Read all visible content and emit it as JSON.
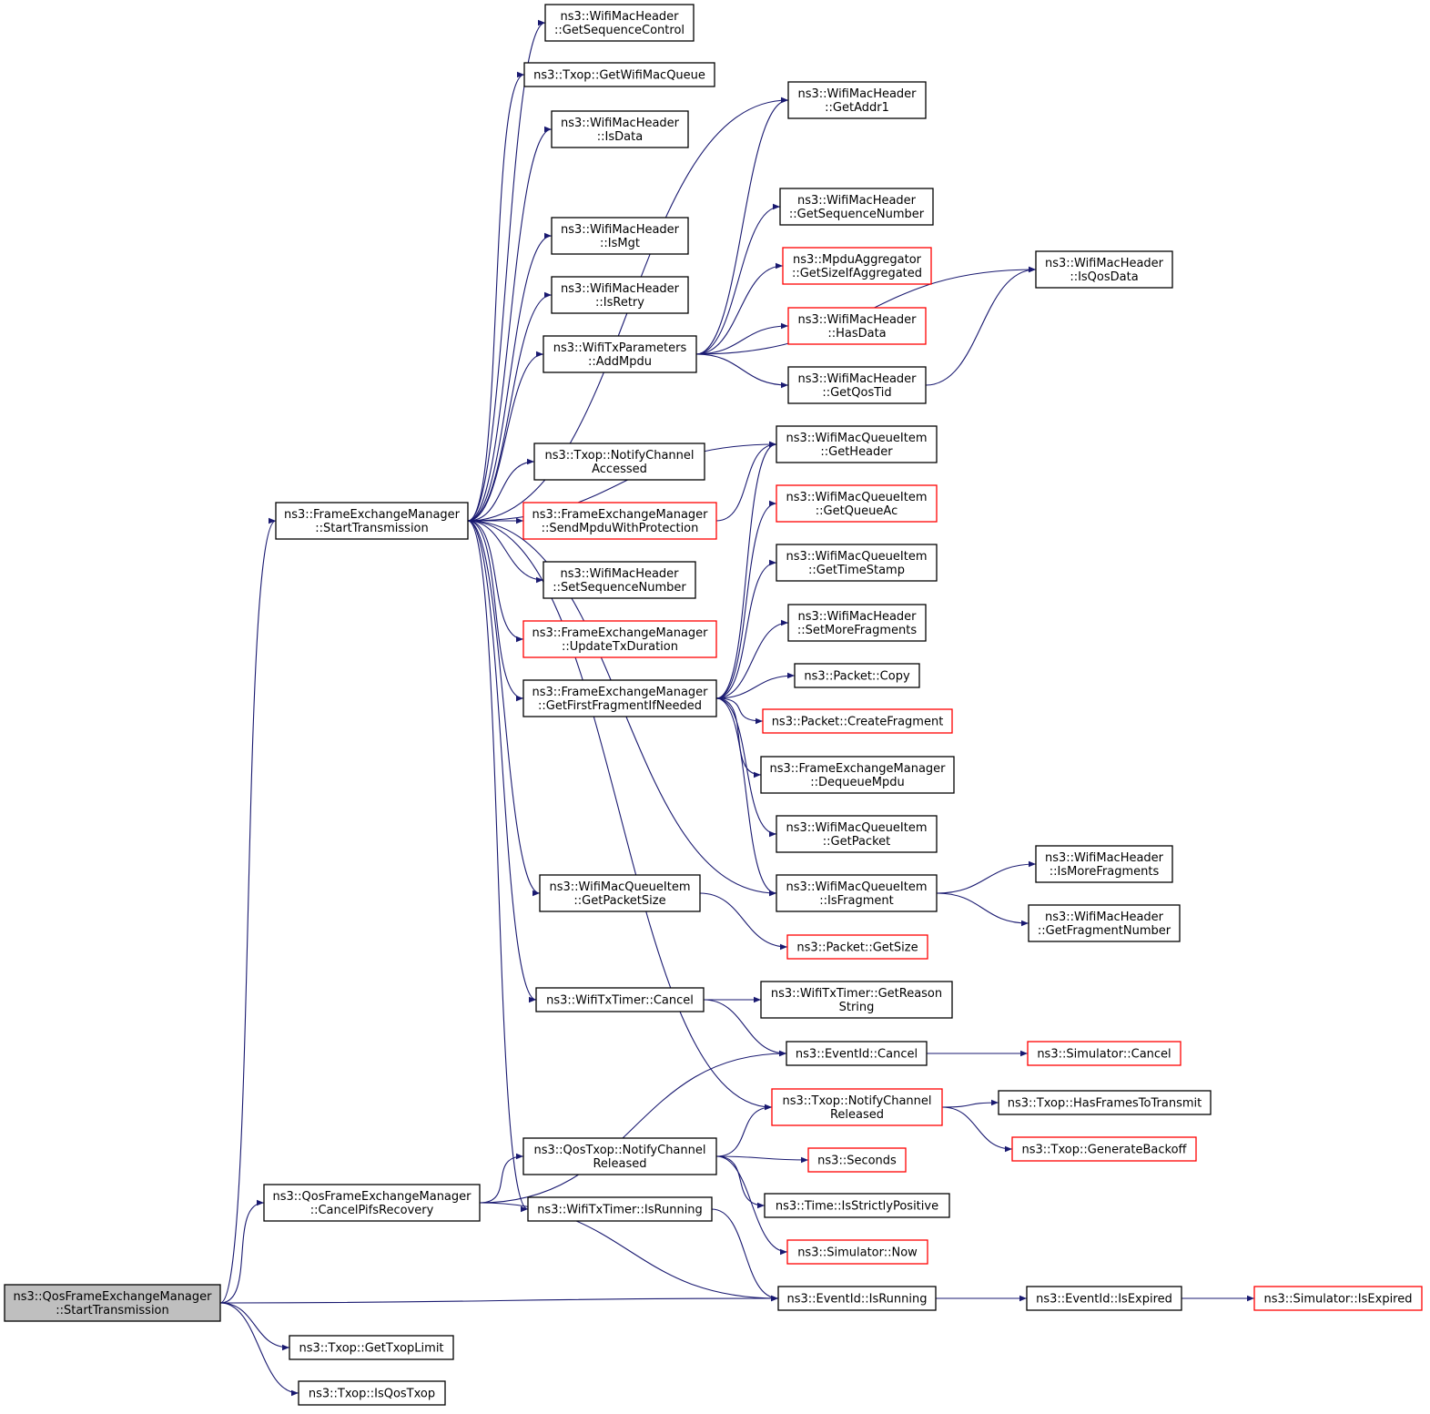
{
  "colors": {
    "edge": "#191970",
    "normal_border": "#000000",
    "truncated_border": "#ff0000",
    "root_fill": "#bfbfbf",
    "node_fill": "#ffffff"
  },
  "nodes": [
    {
      "id": "root",
      "lines": [
        "ns3::QosFrameExchangeManager",
        "::StartTransmission"
      ],
      "style": "root"
    },
    {
      "id": "fem_start",
      "lines": [
        "ns3::FrameExchangeManager",
        "::StartTransmission"
      ],
      "style": "normal"
    },
    {
      "id": "qfem_cancelpifs",
      "lines": [
        "ns3::QosFrameExchangeManager",
        "::CancelPifsRecovery"
      ],
      "style": "normal"
    },
    {
      "id": "txop_gettxoplimit",
      "lines": [
        "ns3::Txop::GetTxopLimit"
      ],
      "style": "normal"
    },
    {
      "id": "txop_isqostxop",
      "lines": [
        "ns3::Txop::IsQosTxop"
      ],
      "style": "normal"
    },
    {
      "id": "hdr_getseqctl",
      "lines": [
        "ns3::WifiMacHeader",
        "::GetSequenceControl"
      ],
      "style": "normal"
    },
    {
      "id": "txop_getqueue",
      "lines": [
        "ns3::Txop::GetWifiMacQueue"
      ],
      "style": "normal"
    },
    {
      "id": "hdr_isdata",
      "lines": [
        "ns3::WifiMacHeader",
        "::IsData"
      ],
      "style": "normal"
    },
    {
      "id": "hdr_ismgt",
      "lines": [
        "ns3::WifiMacHeader",
        "::IsMgt"
      ],
      "style": "normal"
    },
    {
      "id": "hdr_isretry",
      "lines": [
        "ns3::WifiMacHeader",
        "::IsRetry"
      ],
      "style": "normal"
    },
    {
      "id": "txparams_addmpdu",
      "lines": [
        "ns3::WifiTxParameters",
        "::AddMpdu"
      ],
      "style": "normal"
    },
    {
      "id": "txop_notifyaccessed",
      "lines": [
        "ns3::Txop::NotifyChannel",
        "Accessed"
      ],
      "style": "normal"
    },
    {
      "id": "fem_sendmpdu",
      "lines": [
        "ns3::FrameExchangeManager",
        "::SendMpduWithProtection"
      ],
      "style": "truncated"
    },
    {
      "id": "hdr_setseqnum",
      "lines": [
        "ns3::WifiMacHeader",
        "::SetSequenceNumber"
      ],
      "style": "normal"
    },
    {
      "id": "fem_updatetx",
      "lines": [
        "ns3::FrameExchangeManager",
        "::UpdateTxDuration"
      ],
      "style": "truncated"
    },
    {
      "id": "fem_getfirstfrag",
      "lines": [
        "ns3::FrameExchangeManager",
        "::GetFirstFragmentIfNeeded"
      ],
      "style": "normal"
    },
    {
      "id": "item_getpacketsize",
      "lines": [
        "ns3::WifiMacQueueItem",
        "::GetPacketSize"
      ],
      "style": "normal"
    },
    {
      "id": "timer_cancel",
      "lines": [
        "ns3::WifiTxTimer::Cancel"
      ],
      "style": "normal"
    },
    {
      "id": "qtxop_notifyreleased",
      "lines": [
        "ns3::QosTxop::NotifyChannel",
        "Released"
      ],
      "style": "normal"
    },
    {
      "id": "timer_isrunning",
      "lines": [
        "ns3::WifiTxTimer::IsRunning"
      ],
      "style": "normal"
    },
    {
      "id": "hdr_getaddr1",
      "lines": [
        "ns3::WifiMacHeader",
        "::GetAddr1"
      ],
      "style": "normal"
    },
    {
      "id": "hdr_getseqnum",
      "lines": [
        "ns3::WifiMacHeader",
        "::GetSequenceNumber"
      ],
      "style": "normal"
    },
    {
      "id": "agg_getsize",
      "lines": [
        "ns3::MpduAggregator",
        "::GetSizeIfAggregated"
      ],
      "style": "truncated"
    },
    {
      "id": "hdr_hasdata",
      "lines": [
        "ns3::WifiMacHeader",
        "::HasData"
      ],
      "style": "truncated"
    },
    {
      "id": "hdr_getqostid",
      "lines": [
        "ns3::WifiMacHeader",
        "::GetQosTid"
      ],
      "style": "normal"
    },
    {
      "id": "item_getheader",
      "lines": [
        "ns3::WifiMacQueueItem",
        "::GetHeader"
      ],
      "style": "normal"
    },
    {
      "id": "item_getqueueac",
      "lines": [
        "ns3::WifiMacQueueItem",
        "::GetQueueAc"
      ],
      "style": "truncated"
    },
    {
      "id": "item_gettimestamp",
      "lines": [
        "ns3::WifiMacQueueItem",
        "::GetTimeStamp"
      ],
      "style": "normal"
    },
    {
      "id": "hdr_setmorefrag",
      "lines": [
        "ns3::WifiMacHeader",
        "::SetMoreFragments"
      ],
      "style": "normal"
    },
    {
      "id": "packet_copy",
      "lines": [
        "ns3::Packet::Copy"
      ],
      "style": "normal"
    },
    {
      "id": "packet_createfrag",
      "lines": [
        "ns3::Packet::CreateFragment"
      ],
      "style": "truncated"
    },
    {
      "id": "fem_dequeuempdu",
      "lines": [
        "ns3::FrameExchangeManager",
        "::DequeueMpdu"
      ],
      "style": "normal"
    },
    {
      "id": "item_getpacket",
      "lines": [
        "ns3::WifiMacQueueItem",
        "::GetPacket"
      ],
      "style": "normal"
    },
    {
      "id": "item_isfragment",
      "lines": [
        "ns3::WifiMacQueueItem",
        "::IsFragment"
      ],
      "style": "normal"
    },
    {
      "id": "packet_getsize",
      "lines": [
        "ns3::Packet::GetSize"
      ],
      "style": "truncated"
    },
    {
      "id": "timer_getreason",
      "lines": [
        "ns3::WifiTxTimer::GetReason",
        "String"
      ],
      "style": "normal"
    },
    {
      "id": "eventid_cancel",
      "lines": [
        "ns3::EventId::Cancel"
      ],
      "style": "normal"
    },
    {
      "id": "txop_notifyreleased",
      "lines": [
        "ns3::Txop::NotifyChannel",
        "Released"
      ],
      "style": "truncated"
    },
    {
      "id": "seconds",
      "lines": [
        "ns3::Seconds"
      ],
      "style": "truncated"
    },
    {
      "id": "time_isstrictlypos",
      "lines": [
        "ns3::Time::IsStrictlyPositive"
      ],
      "style": "normal"
    },
    {
      "id": "sim_now",
      "lines": [
        "ns3::Simulator::Now"
      ],
      "style": "truncated"
    },
    {
      "id": "eventid_isrunning",
      "lines": [
        "ns3::EventId::IsRunning"
      ],
      "style": "normal"
    },
    {
      "id": "hdr_isqosdata",
      "lines": [
        "ns3::WifiMacHeader",
        "::IsQosData"
      ],
      "style": "normal"
    },
    {
      "id": "hdr_ismorefrag",
      "lines": [
        "ns3::WifiMacHeader",
        "::IsMoreFragments"
      ],
      "style": "normal"
    },
    {
      "id": "hdr_getfragnum",
      "lines": [
        "ns3::WifiMacHeader",
        "::GetFragmentNumber"
      ],
      "style": "normal"
    },
    {
      "id": "sim_cancel",
      "lines": [
        "ns3::Simulator::Cancel"
      ],
      "style": "truncated"
    },
    {
      "id": "txop_hasframes",
      "lines": [
        "ns3::Txop::HasFramesToTransmit"
      ],
      "style": "normal"
    },
    {
      "id": "txop_genbackoff",
      "lines": [
        "ns3::Txop::GenerateBackoff"
      ],
      "style": "truncated"
    },
    {
      "id": "eventid_isexpired",
      "lines": [
        "ns3::EventId::IsExpired"
      ],
      "style": "normal"
    },
    {
      "id": "sim_isexpired",
      "lines": [
        "ns3::Simulator::IsExpired"
      ],
      "style": "truncated"
    }
  ],
  "edges": [
    [
      "root",
      "fem_start"
    ],
    [
      "root",
      "qfem_cancelpifs"
    ],
    [
      "root",
      "eventid_isrunning"
    ],
    [
      "root",
      "txop_gettxoplimit"
    ],
    [
      "root",
      "txop_isqostxop"
    ],
    [
      "fem_start",
      "hdr_getseqctl"
    ],
    [
      "fem_start",
      "txop_getqueue"
    ],
    [
      "fem_start",
      "hdr_isdata"
    ],
    [
      "fem_start",
      "hdr_getaddr1"
    ],
    [
      "fem_start",
      "hdr_ismgt"
    ],
    [
      "fem_start",
      "hdr_isretry"
    ],
    [
      "fem_start",
      "txparams_addmpdu"
    ],
    [
      "fem_start",
      "item_getheader"
    ],
    [
      "fem_start",
      "txop_notifyaccessed"
    ],
    [
      "fem_start",
      "fem_sendmpdu"
    ],
    [
      "fem_start",
      "hdr_setseqnum"
    ],
    [
      "fem_start",
      "fem_updatetx"
    ],
    [
      "fem_start",
      "fem_getfirstfrag"
    ],
    [
      "fem_start",
      "item_isfragment"
    ],
    [
      "fem_start",
      "item_getpacketsize"
    ],
    [
      "fem_start",
      "timer_cancel"
    ],
    [
      "fem_start",
      "txop_notifyreleased"
    ],
    [
      "fem_start",
      "timer_isrunning"
    ],
    [
      "txparams_addmpdu",
      "hdr_getaddr1"
    ],
    [
      "txparams_addmpdu",
      "hdr_isqosdata"
    ],
    [
      "txparams_addmpdu",
      "hdr_getseqnum"
    ],
    [
      "txparams_addmpdu",
      "agg_getsize"
    ],
    [
      "txparams_addmpdu",
      "hdr_hasdata"
    ],
    [
      "txparams_addmpdu",
      "hdr_getqostid"
    ],
    [
      "hdr_getqostid",
      "hdr_isqosdata"
    ],
    [
      "fem_sendmpdu",
      "item_getheader"
    ],
    [
      "fem_getfirstfrag",
      "item_getheader"
    ],
    [
      "fem_getfirstfrag",
      "item_getqueueac"
    ],
    [
      "fem_getfirstfrag",
      "item_gettimestamp"
    ],
    [
      "fem_getfirstfrag",
      "hdr_setmorefrag"
    ],
    [
      "fem_getfirstfrag",
      "packet_copy"
    ],
    [
      "fem_getfirstfrag",
      "packet_createfrag"
    ],
    [
      "fem_getfirstfrag",
      "fem_dequeuempdu"
    ],
    [
      "fem_getfirstfrag",
      "item_getpacket"
    ],
    [
      "fem_getfirstfrag",
      "item_isfragment"
    ],
    [
      "item_isfragment",
      "hdr_ismorefrag"
    ],
    [
      "item_isfragment",
      "hdr_getfragnum"
    ],
    [
      "item_getpacketsize",
      "packet_getsize"
    ],
    [
      "timer_cancel",
      "timer_getreason"
    ],
    [
      "timer_cancel",
      "eventid_cancel"
    ],
    [
      "eventid_cancel",
      "sim_cancel"
    ],
    [
      "txop_notifyreleased",
      "txop_hasframes"
    ],
    [
      "txop_notifyreleased",
      "txop_genbackoff"
    ],
    [
      "qfem_cancelpifs",
      "eventid_cancel"
    ],
    [
      "qfem_cancelpifs",
      "qtxop_notifyreleased"
    ],
    [
      "qfem_cancelpifs",
      "eventid_isrunning"
    ],
    [
      "qtxop_notifyreleased",
      "txop_notifyreleased"
    ],
    [
      "qtxop_notifyreleased",
      "seconds"
    ],
    [
      "qtxop_notifyreleased",
      "time_isstrictlypos"
    ],
    [
      "qtxop_notifyreleased",
      "sim_now"
    ],
    [
      "timer_isrunning",
      "eventid_isrunning"
    ],
    [
      "eventid_isrunning",
      "eventid_isexpired"
    ],
    [
      "eventid_isexpired",
      "sim_isexpired"
    ]
  ]
}
